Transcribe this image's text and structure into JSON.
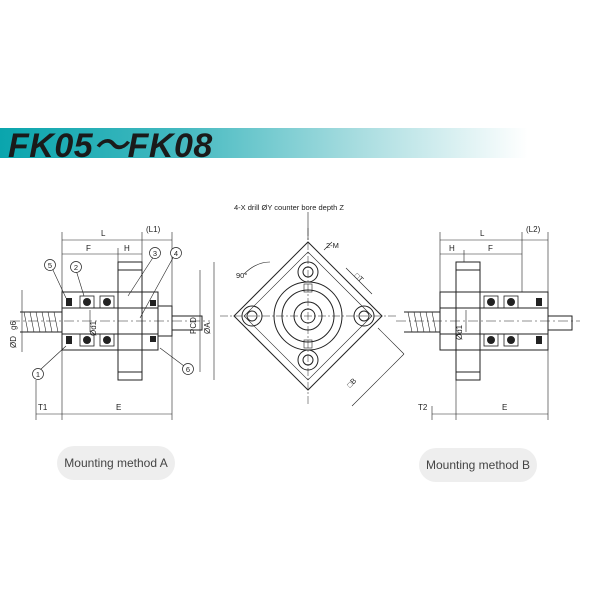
{
  "title": "FK05～FK08",
  "captions": {
    "method_a": "Mounting method A",
    "method_b": "Mounting method B"
  },
  "dims": {
    "L": "L",
    "L1": "(L1)",
    "L2": "(L2)",
    "F": "F",
    "H": "H",
    "T1": "T1",
    "T2": "T2",
    "E": "E",
    "D": "ØD",
    "g6": "g6",
    "d1": "Ød1",
    "PCD": "PCD",
    "A": "ØA",
    "B": "□B",
    "T": "□T",
    "M": "2-M",
    "angle": "90°",
    "drill": "4-X drill ØY counter bore depth Z"
  },
  "parts": [
    "1",
    "2",
    "3",
    "4",
    "5",
    "6"
  ],
  "colors": {
    "accent": "#0aa5ad",
    "line": "#222222"
  }
}
